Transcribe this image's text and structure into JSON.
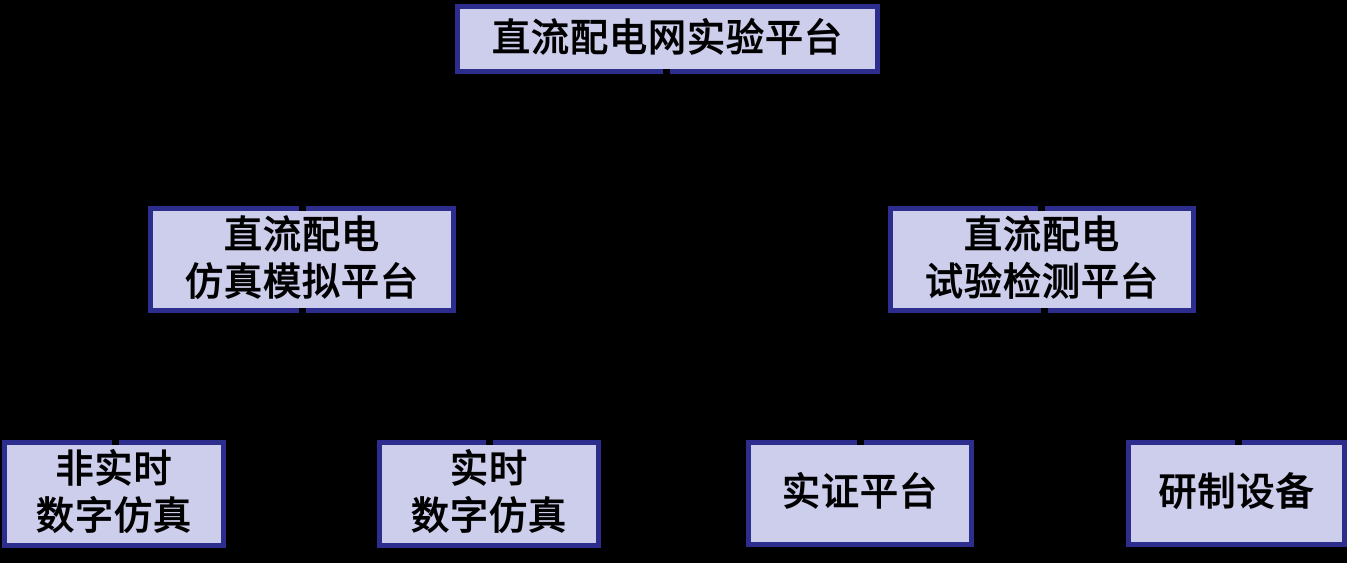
{
  "diagram": {
    "type": "hierarchy",
    "nodes": {
      "root": {
        "line1": "直流配电网实验平台"
      },
      "sim_platform": {
        "line1": "直流配电",
        "line2": "仿真模拟平台"
      },
      "test_platform": {
        "line1": "直流配电",
        "line2": "试验检测平台"
      },
      "non_realtime_sim": {
        "line1": "非实时",
        "line2": "数字仿真"
      },
      "realtime_sim": {
        "line1": "实时",
        "line2": "数字仿真"
      },
      "empirical_platform": {
        "line1": "实证平台"
      },
      "developed_equipment": {
        "line1": "研制设备"
      }
    },
    "edges": [
      {
        "from": "root",
        "to": "sim_platform"
      },
      {
        "from": "root",
        "to": "test_platform"
      },
      {
        "from": "sim_platform",
        "to": "non_realtime_sim"
      },
      {
        "from": "sim_platform",
        "to": "realtime_sim"
      },
      {
        "from": "test_platform",
        "to": "empirical_platform"
      },
      {
        "from": "test_platform",
        "to": "developed_equipment"
      }
    ]
  },
  "colors": {
    "background": "#000000",
    "box_fill": "#cdcdec",
    "box_border": "#2d2d8e",
    "text": "#000000",
    "connector": "#000000"
  }
}
